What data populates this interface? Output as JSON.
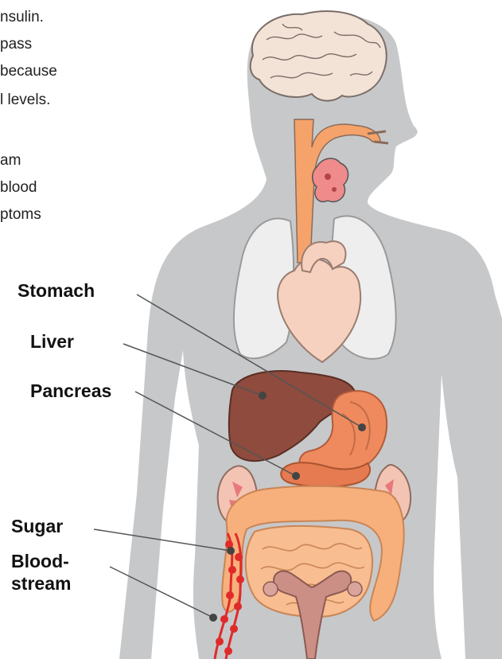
{
  "intro_text": {
    "lines": [
      "nsulin.",
      "pass",
      " because",
      "l levels.",
      "am",
      "blood",
      "ptoms"
    ]
  },
  "labels": {
    "stomach": "Stomach",
    "liver": "Liver",
    "pancreas": "Pancreas",
    "sugar": "Sugar",
    "bloodstream_line1": "Blood-",
    "bloodstream_line2": "stream"
  },
  "colors": {
    "body_silhouette": "#c7c8ca",
    "brain": "#f3e2d6",
    "esophagus": "#f5a36b",
    "lungs": "#eeeeee",
    "heart": "#f6d1c0",
    "liver": "#8e4b3e",
    "stomach": "#ee8a5d",
    "pancreas": "#e67a50",
    "kidneys": "#f3c4b4",
    "intestines": "#f7b07c",
    "blood_vessel": "#e02a2a",
    "uterus": "#cc8f86",
    "leader_line": "#555555"
  }
}
